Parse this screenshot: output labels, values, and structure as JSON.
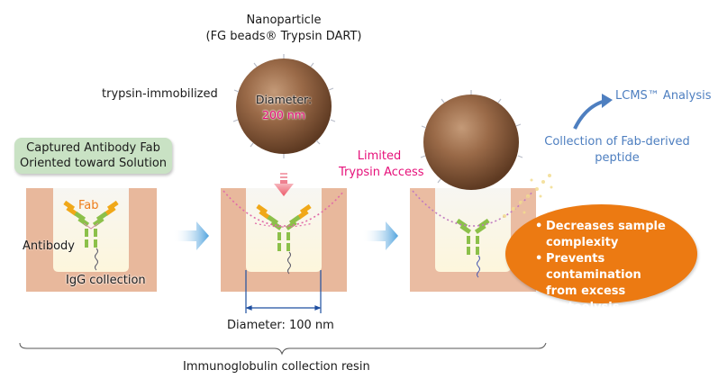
{
  "nanoparticle": {
    "title_line1": "Nanoparticle",
    "title_line2": "(FG beads® Trypsin DART)",
    "side_label": "trypsin-immobilized",
    "diameter_label": "Diameter:",
    "diameter_value": "200 nm"
  },
  "step1": {
    "callout_line1": "Captured Antibody Fab",
    "callout_line2": "Oriented toward Solution",
    "fab_label": "Fab",
    "antibody_label": "Antibody",
    "igg_label": "IgG collection"
  },
  "step2": {
    "access_line1": "Limited",
    "access_line2": "Trypsin Access",
    "pore_diameter": "Diameter: 100 nm"
  },
  "step3": {
    "collection_line1": "Collection of Fab-derived",
    "collection_line2": "peptide",
    "lcms_label": "LCMS™ Analysis",
    "benefits": [
      {
        "line1": "Decreases sample",
        "line2": "complexity"
      },
      {
        "line1": "Prevents contamination",
        "line2": "from excess proteolysis"
      }
    ]
  },
  "resin_label": "Immunoglobulin collection resin",
  "colors": {
    "well": "#e8b89c",
    "well_inner": "#fdf8e8",
    "bead": "#8a5a3a",
    "accent_pink": "#e6107a",
    "accent_blue": "#4e7fc0",
    "orange": "#ec7a12",
    "callout_green": "#c9e2c4"
  }
}
